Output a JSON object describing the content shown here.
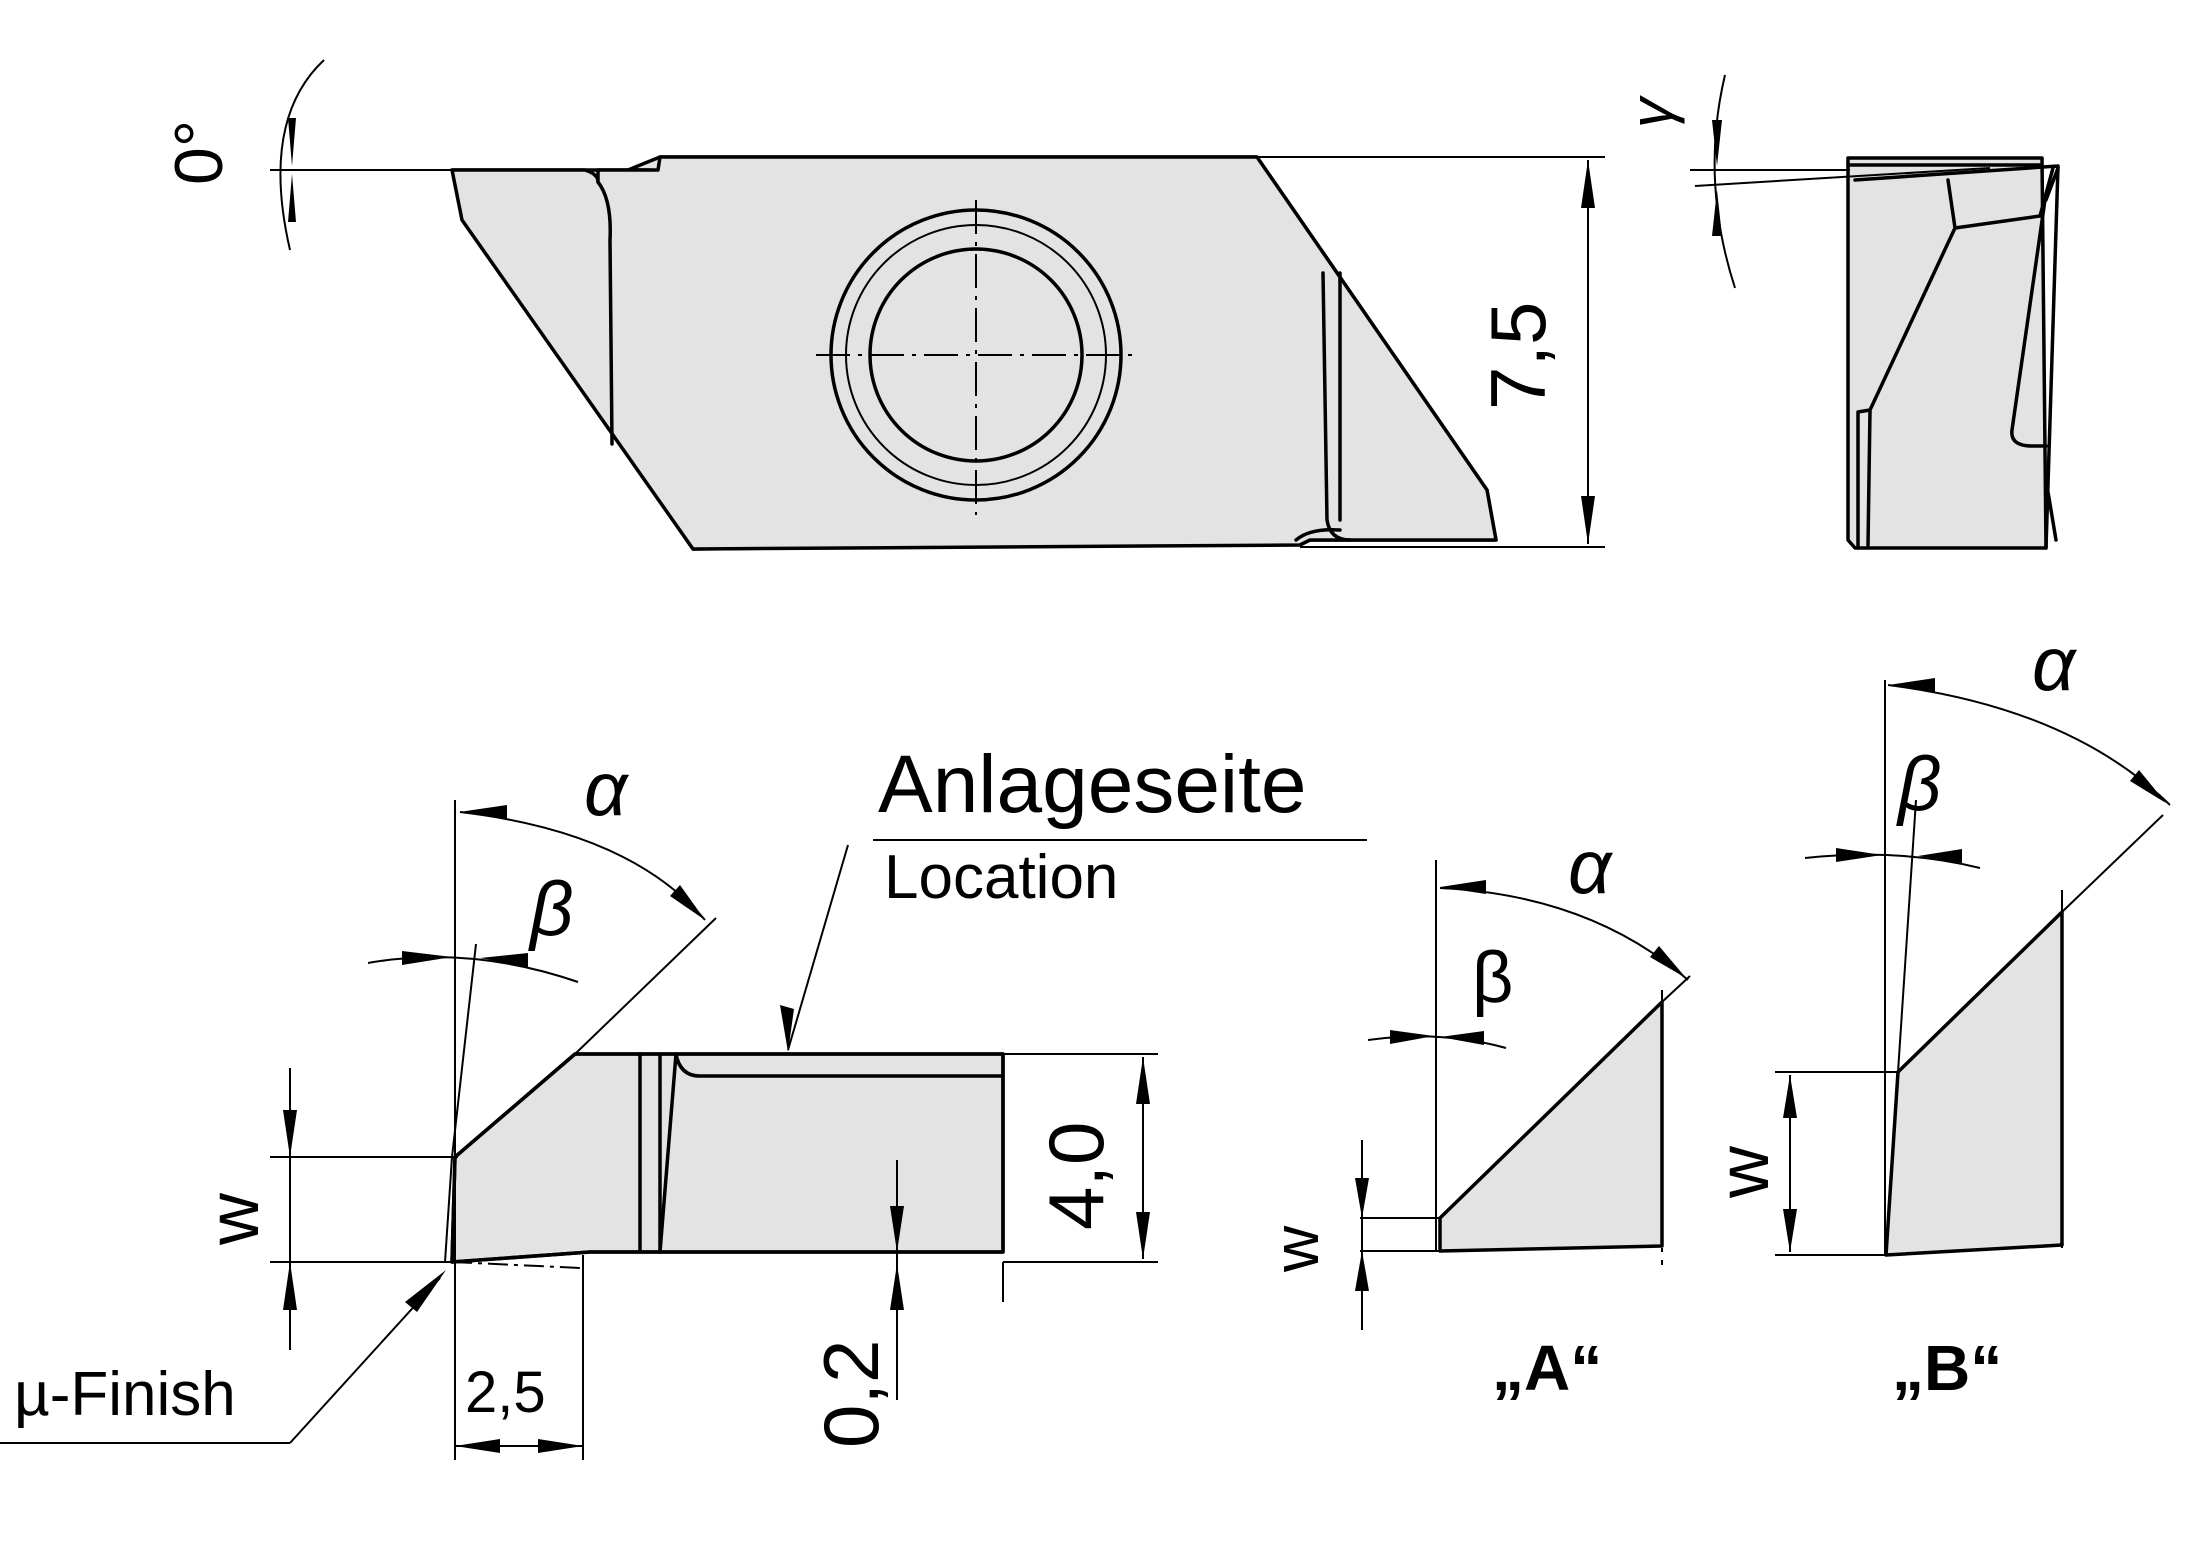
{
  "dimensions": {
    "top_angle": "0°",
    "gamma": "γ",
    "height": "7,5",
    "thickness": "4,0",
    "w_main": "w",
    "w_a": "w",
    "w_b": "w",
    "length": "2,5",
    "offset": "0,2"
  },
  "angles": {
    "alpha_main": "α",
    "beta_main": "β",
    "alpha_a": "α",
    "beta_a": "β",
    "alpha_b": "α",
    "beta_b": "β"
  },
  "labels": {
    "anlageseite": "Anlageseite",
    "location": "Location",
    "mu_finish": "µ-Finish",
    "variant_a": "„A“",
    "variant_b": "„B“"
  }
}
